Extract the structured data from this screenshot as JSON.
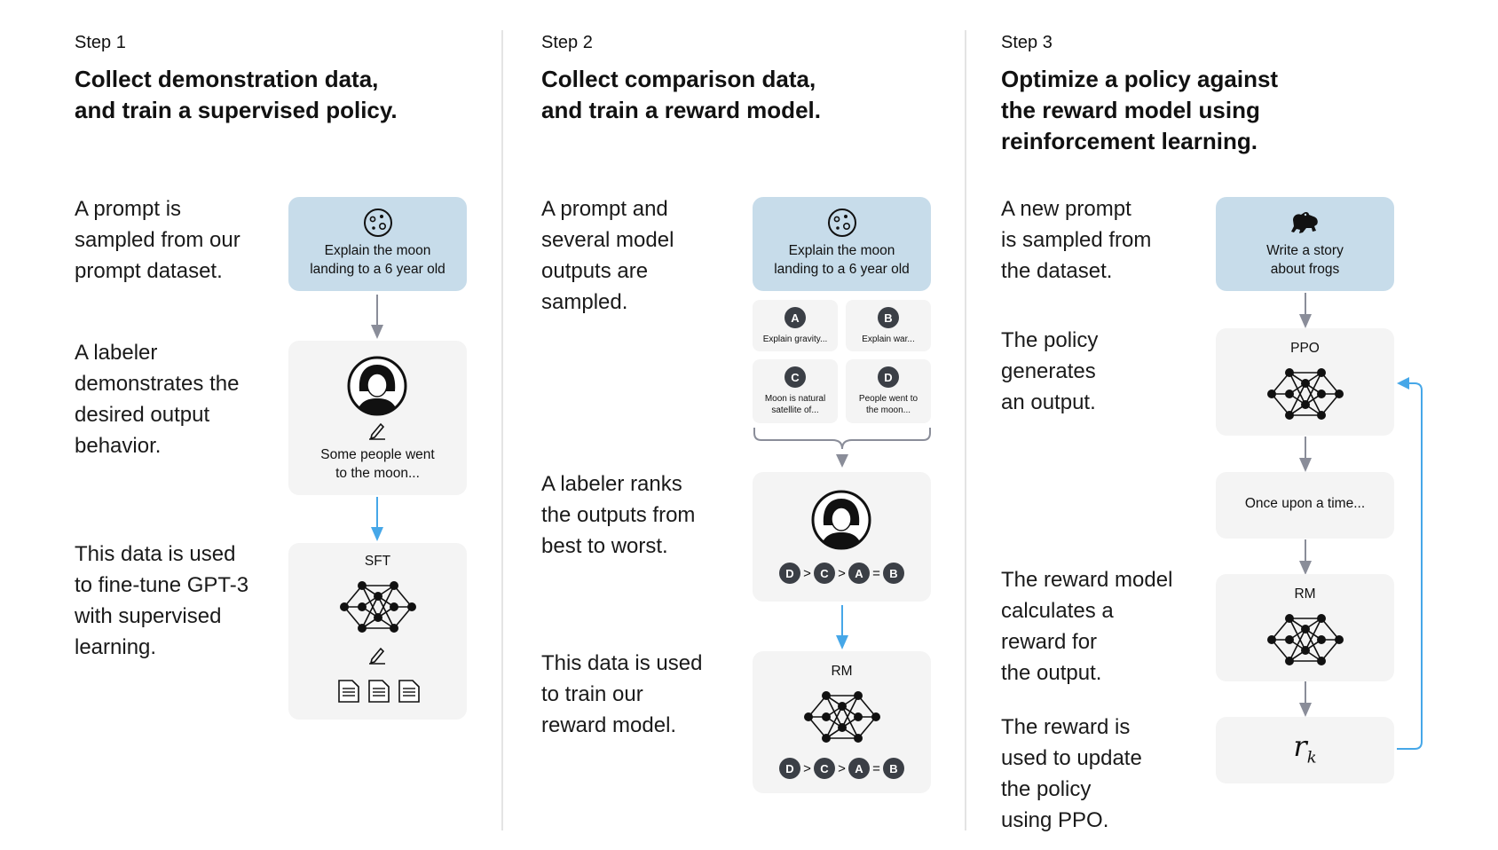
{
  "step1": {
    "step_label": "Step 1",
    "heading": "Collect demonstration data,\nand train a supervised policy.",
    "desc1": "A prompt is\nsampled from our\nprompt dataset.",
    "desc2": "A labeler\ndemonstrates the\ndesired output\nbehavior.",
    "desc3": "This data is used\nto fine-tune GPT-3\nwith supervised\nlearning.",
    "prompt_text": "Explain the moon\nlanding to a 6 year old",
    "demo_text": "Some people went\nto the moon...",
    "model_label": "SFT"
  },
  "step2": {
    "step_label": "Step 2",
    "heading": "Collect comparison data,\nand train a reward model.",
    "desc1": "A prompt and\nseveral model\noutputs are\nsampled.",
    "desc2": "A labeler ranks\nthe outputs from\nbest to worst.",
    "desc3": "This data is used\nto train our\nreward model.",
    "prompt_text": "Explain the moon\nlanding to a 6 year old",
    "outputs": [
      {
        "letter": "A",
        "text": "Explain gravity..."
      },
      {
        "letter": "B",
        "text": "Explain war..."
      },
      {
        "letter": "C",
        "text": "Moon is natural\nsatellite of..."
      },
      {
        "letter": "D",
        "text": "People went to\nthe moon..."
      }
    ],
    "ranking": [
      "D",
      ">",
      "C",
      ">",
      "A",
      "=",
      "B"
    ],
    "model_label": "RM"
  },
  "step3": {
    "step_label": "Step 3",
    "heading": "Optimize a policy against\nthe reward model using\nreinforcement learning.",
    "desc1": "A new prompt\nis sampled from\nthe dataset.",
    "desc2": "The policy\ngenerates\nan output.",
    "desc3": "The reward model\ncalculates a\nreward for\nthe output.",
    "desc4": "The reward is\nused to update\nthe policy\nusing PPO.",
    "prompt_text": "Write a story\nabout frogs",
    "policy_label": "PPO",
    "output_text": "Once upon a time...",
    "rm_label": "RM",
    "reward_symbol": "r",
    "reward_sub": "k"
  },
  "colors": {
    "prompt_card": "#c7dcea",
    "card": "#f4f4f4",
    "arrow_gray": "#8a8d99",
    "arrow_blue": "#46a7e8",
    "badge": "#3b3f46"
  },
  "icons": [
    "moon-icon",
    "labeler-avatar-icon",
    "pencil-icon",
    "neural-net-icon",
    "document-icon",
    "frog-icon"
  ]
}
